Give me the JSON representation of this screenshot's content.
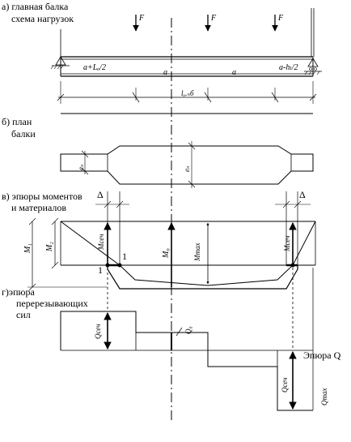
{
  "sections": {
    "a_line1": "а) главная балка",
    "a_line2": "схема нагрузок",
    "b_line1": "б) план",
    "b_line2": "балки",
    "v_line1": "в) эпюры моментов",
    "v_line2": "и материалов",
    "g_line1": "г)эпюра",
    "g_line2": "перерезывающих",
    "g_line3": "сил"
  },
  "beam": {
    "load_label": "F",
    "span_left": "a+Lₒ/2",
    "span_mid_a1": "a",
    "span_mid_a2": "a",
    "span_right": "a-hₗ/2",
    "span_total": "lₒ.ₙб"
  },
  "plan": {
    "flange_width_left": "eₙ",
    "flange_width_mid": "eₙ"
  },
  "moments": {
    "delta_left": "Δ",
    "delta_right": "Δ",
    "m1": "M₁",
    "m2": "M₂",
    "mcech_left": "Mсеч",
    "m0": "M₀",
    "mmax": "Mmax",
    "mcech_right": "Mсеч",
    "pt1_a": "1",
    "pt1_b": "1"
  },
  "shear": {
    "q_cech_left": "Qсеч",
    "q0": "Q₀",
    "title": "Эпюра Q",
    "q_cech_right": "Qсеч",
    "q_max": "Qmax"
  }
}
